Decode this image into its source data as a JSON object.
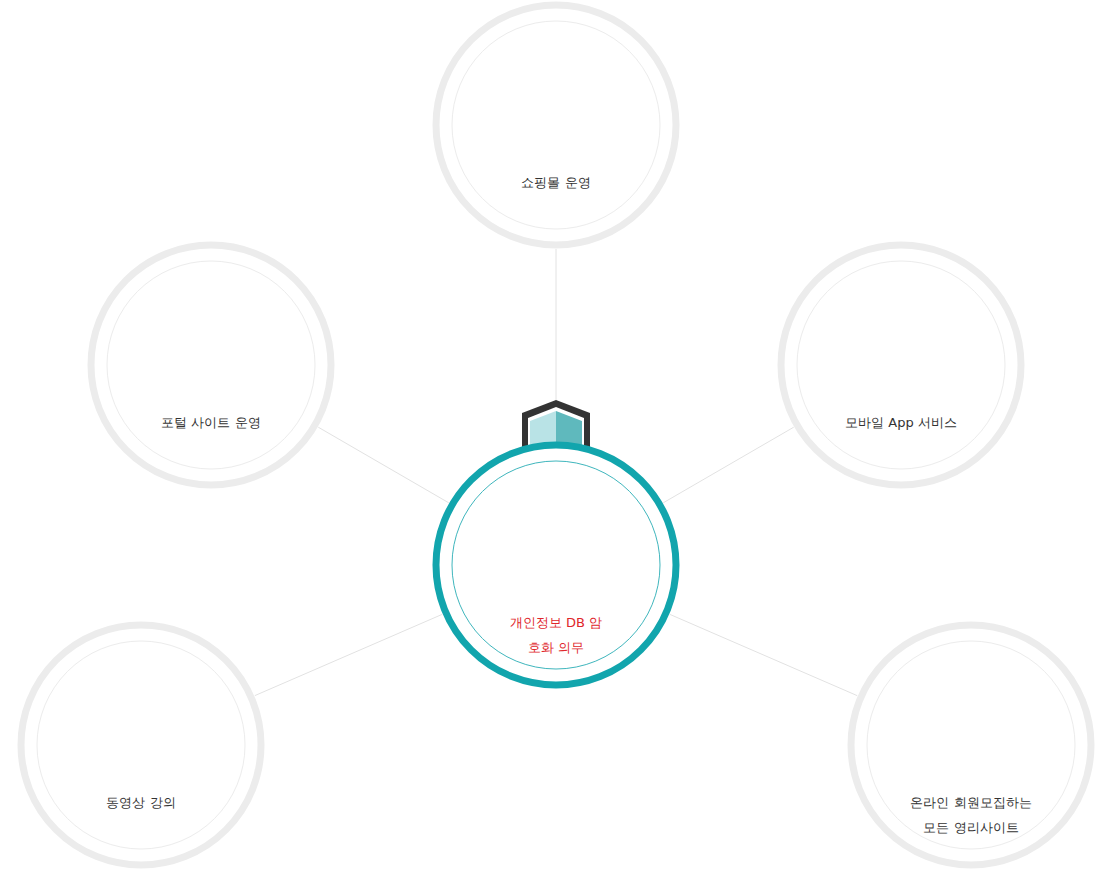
{
  "diagram": {
    "nodes": [
      {
        "text": [
          "쇼핑몰 운영"
        ]
      },
      {
        "text": [
          "포털 사이트 운영"
        ]
      },
      {
        "text": [
          "모바일 App 서비스"
        ]
      },
      {
        "text": [
          "개인정보 DB 암호화 의무"
        ]
      },
      {
        "text": [
          "동영상 강의"
        ]
      },
      {
        "text": [
          "온라인 회원모집하는 모든 영리사이트"
        ]
      }
    ],
    "edges": [
      {
        "from": 3,
        "to": 0,
        "arrow": "none"
      },
      {
        "from": 3,
        "to": 1,
        "arrow": "none"
      },
      {
        "from": 3,
        "to": 2,
        "arrow": "none"
      },
      {
        "from": 3,
        "to": 4,
        "arrow": "none"
      },
      {
        "from": 3,
        "to": 5,
        "arrow": "none"
      }
    ]
  }
}
